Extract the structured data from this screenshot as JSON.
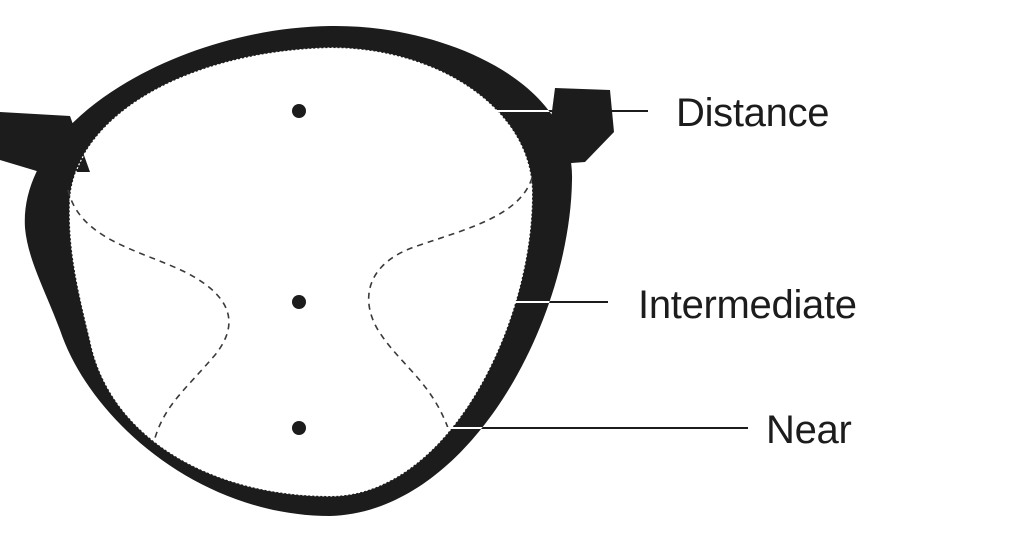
{
  "labels": {
    "distance": "Distance",
    "intermediate": "Intermediate",
    "near": "Near"
  },
  "colors": {
    "frame": "#1c1c1c",
    "leader_line": "#1c1c1c",
    "leader_line_on_frame": "#ffffff",
    "zone_boundary": "#3a3a3a",
    "background": "#ffffff"
  },
  "zones": [
    "distance",
    "intermediate",
    "near"
  ]
}
